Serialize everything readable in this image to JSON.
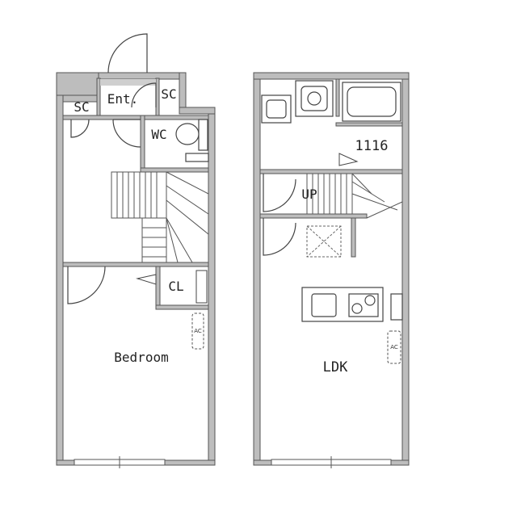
{
  "floor1": {
    "rooms": {
      "shoe_closet": "SC",
      "entrance": "Ent.",
      "storage_closet": "SC",
      "toilet": "WC",
      "closet": "CL",
      "bedroom": "Bedroom"
    },
    "ac_tag": "AC"
  },
  "floor2": {
    "rooms": {
      "unit_no": "1116",
      "stairs_up": "UP",
      "living": "LDK"
    },
    "ac_tag": "AC"
  },
  "colors": {
    "wall": "#b9b9b9",
    "wall_edge": "#444444",
    "line": "#555555",
    "fill_gray": "#cfcfcf"
  }
}
